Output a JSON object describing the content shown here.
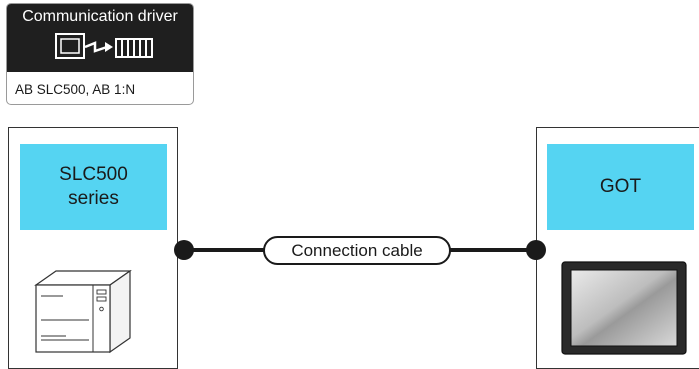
{
  "driver": {
    "title": "Communication driver",
    "protocol": "AB SLC500, AB 1:N",
    "icon": "plc-to-device-communication-icon"
  },
  "plc": {
    "label": "SLC500\nseries",
    "icon": "plc-hardware-icon"
  },
  "got": {
    "label": "GOT",
    "icon": "got-touch-panel-icon"
  },
  "cable": {
    "label": "Connection cable"
  },
  "colors": {
    "label_box": "#55d4f2",
    "driver_header": "#1f1f1f",
    "line": "#1a1a1a"
  }
}
